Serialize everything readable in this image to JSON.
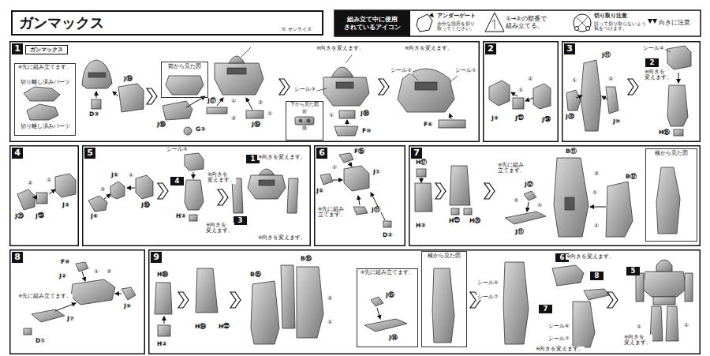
{
  "diagram": {
    "title": "ガンマックス",
    "nodes": [
      {
        "text": [
          "組み立て中に使用 されているアイコン"
        ]
      },
      {
        "text": [
          "1"
        ]
      },
      {
        "text": [
          "ガンマックス"
        ],
        "in": 1
      },
      {
        "text": [
          "※先に組み立てます。",
          "切り離し済みパーツ",
          "切り離し済みパーツ"
        ],
        "in": 1
      },
      {
        "text": [
          "前から見た図"
        ],
        "in": 1
      },
      {
        "text": [
          "下から見た図",
          "前",
          "後"
        ],
        "in": 1
      },
      {
        "text": [
          "2"
        ]
      },
      {
        "text": [
          "3"
        ]
      },
      {
        "text": [
          "2"
        ],
        "in": 7
      },
      {
        "text": [
          "4"
        ]
      },
      {
        "text": [
          "5"
        ]
      },
      {
        "text": [
          "4"
        ],
        "in": 10
      },
      {
        "text": [
          "1"
        ],
        "in": 10
      },
      {
        "text": [
          "3"
        ],
        "in": 10
      },
      {
        "text": [
          "6"
        ]
      },
      {
        "text": [
          "7"
        ]
      },
      {
        "text": [
          "横から見た図"
        ],
        "in": 15
      },
      {
        "text": [
          "8"
        ]
      },
      {
        "text": [
          "9"
        ]
      },
      {
        "text": [
          "※先に組み立てます。"
        ],
        "in": 18
      },
      {
        "text": [
          "横から見た図"
        ],
        "in": 18
      },
      {
        "text": [
          "6"
        ],
        "in": 18
      },
      {
        "text": [
          "8"
        ],
        "in": 18
      },
      {
        "text": [
          "7"
        ],
        "in": 18
      },
      {
        "text": [
          "5"
        ],
        "in": 18
      }
    ],
    "labels": [
      "© サンライズ",
      "余分な箇所を切り 取ってください。",
      "誤って切り取らないよう 気をつけます。",
      "D③",
      "J⑲",
      "J⑱",
      "G③",
      "J⑰",
      "①",
      "②",
      "②",
      "①",
      "J⑲",
      "※向きを変えます。",
      "シール③",
      "①",
      "J⑱",
      "F⑩",
      "※向きを変えます。",
      "シール②",
      "シール①",
      "F⑥",
      "J④",
      "①",
      "J㉑",
      "②",
      "J㉔",
      "J⑪",
      "①",
      "J⑳",
      "②",
      "J⑩",
      "シール④",
      "※向きを 変えます。",
      "H⑮",
      "②",
      "①",
      "J⑳",
      "J㉕",
      "J③",
      "J⑤",
      "①",
      "②",
      "J⑥",
      "J⑲",
      "シール⑤",
      "※向きを 変えます。",
      "H③",
      "※向きを変えます。",
      "※向きを 変えます。",
      "※向きを変えます。",
      "F⑮",
      "J⑤",
      "①",
      "J①",
      "J⑪",
      "※先に組み 立てます。",
      "D②",
      "H⑰",
      "H③",
      "H㉑",
      "H⑳",
      "※先に組み 立てます。",
      "J⑫",
      "②",
      "①",
      "J⑪",
      "B⑪",
      "②",
      "①",
      "B⑫",
      "①",
      "F⑨",
      "J②",
      "①",
      "②",
      "J⑨",
      "※先に組み立てます。",
      "J⑦",
      "D①",
      "H⑱",
      "H②",
      "H⑲",
      "H㉒",
      "B⑮",
      "B⑯",
      "②",
      "①",
      "J⑮",
      "J⑭",
      "シール⑥",
      "シール⑦",
      "※向きを変えます。",
      "シール⑥",
      "シール⑦",
      "※向きを変えます。",
      "①",
      "①",
      "※向きを 変えます。"
    ],
    "legend": [
      {
        "text": "アンダーゲート"
      },
      {
        "text": "①→②の順番で 組み立てる。"
      },
      {
        "text": "切り取り注意"
      },
      {
        "text": "向きに注意"
      }
    ]
  }
}
